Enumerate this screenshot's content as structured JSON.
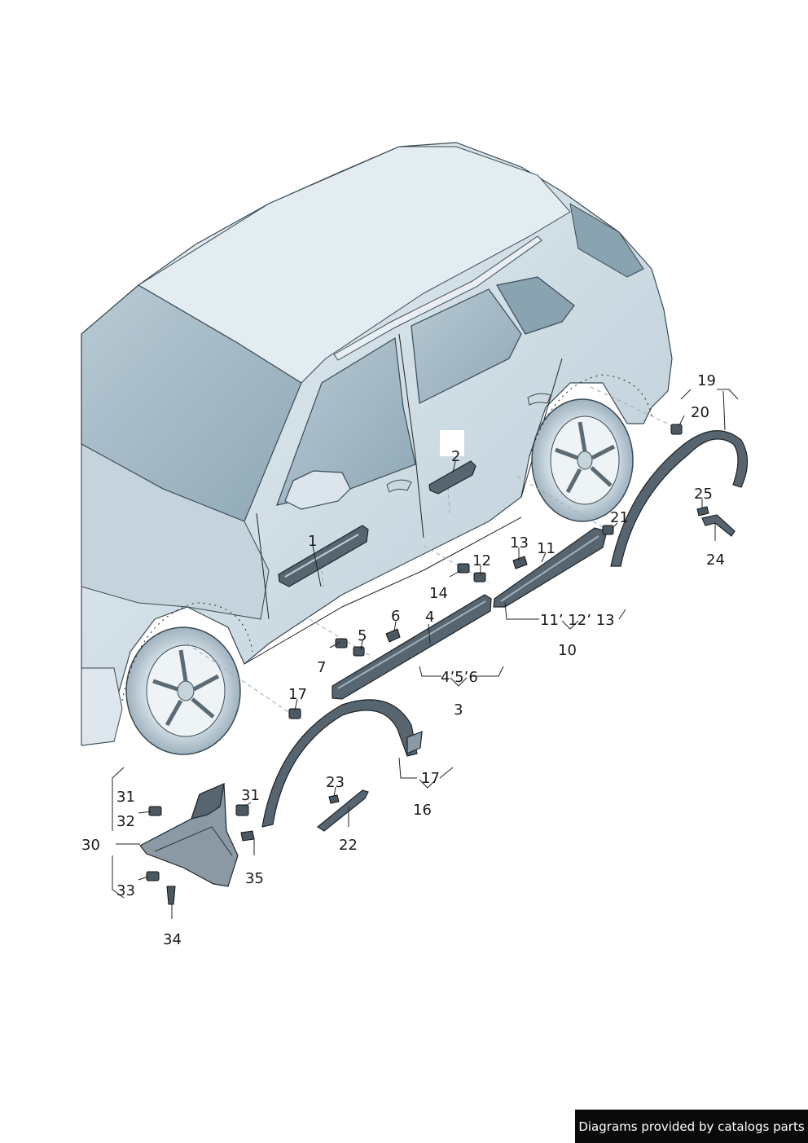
{
  "labels": {
    "p1": "1",
    "p2": "2",
    "p3": "3",
    "p4": "4",
    "p5": "5",
    "p6": "6",
    "p7": "7",
    "p10": "10",
    "p11": "11",
    "p12": "12",
    "p13": "13",
    "p14": "14",
    "p16": "16",
    "p17a": "17",
    "p17b": "17",
    "p19": "19",
    "p20": "20",
    "p21": "21",
    "p22": "22",
    "p23": "23",
    "p24": "24",
    "p25": "25",
    "p30": "30",
    "p31a": "31",
    "p31b": "31",
    "p32": "32",
    "p33": "33",
    "p34": "34",
    "p35": "35"
  },
  "groups": {
    "g3": "4’5’6",
    "g10": "11’ 12’ 13",
    "g16": "17"
  },
  "credit": "Diagrams provided by catalogs parts",
  "colors": {
    "body": "#c9d7df",
    "glass": "#9fb6c3",
    "part": "#56656f",
    "credit_bg": "#0a0a0a"
  }
}
